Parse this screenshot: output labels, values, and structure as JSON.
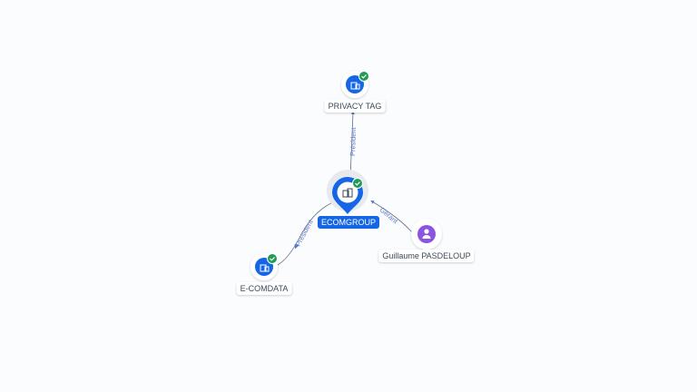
{
  "colors": {
    "company": "#1466e6",
    "person": "#8b55e0",
    "verified": "#1f9d55",
    "edge": "#5f6f86",
    "edge_label": "#5b79c9"
  },
  "nodes": {
    "ecomgroup": {
      "label": "ECOMGROUP",
      "icon": "building-icon",
      "verified": true
    },
    "privacy_tag": {
      "label": "PRIVACY TAG",
      "icon": "building-icon",
      "verified": true
    },
    "e_comdata": {
      "label": "E-COMDATA",
      "icon": "building-icon",
      "verified": true
    },
    "guillaume": {
      "label": "Guillaume PASDELOUP",
      "icon": "person-icon",
      "verified": false
    }
  },
  "edges": {
    "to_privacy_tag": {
      "label": "Président"
    },
    "to_e_comdata": {
      "label": "Président"
    },
    "from_guillaume": {
      "label": "Gérant"
    }
  }
}
